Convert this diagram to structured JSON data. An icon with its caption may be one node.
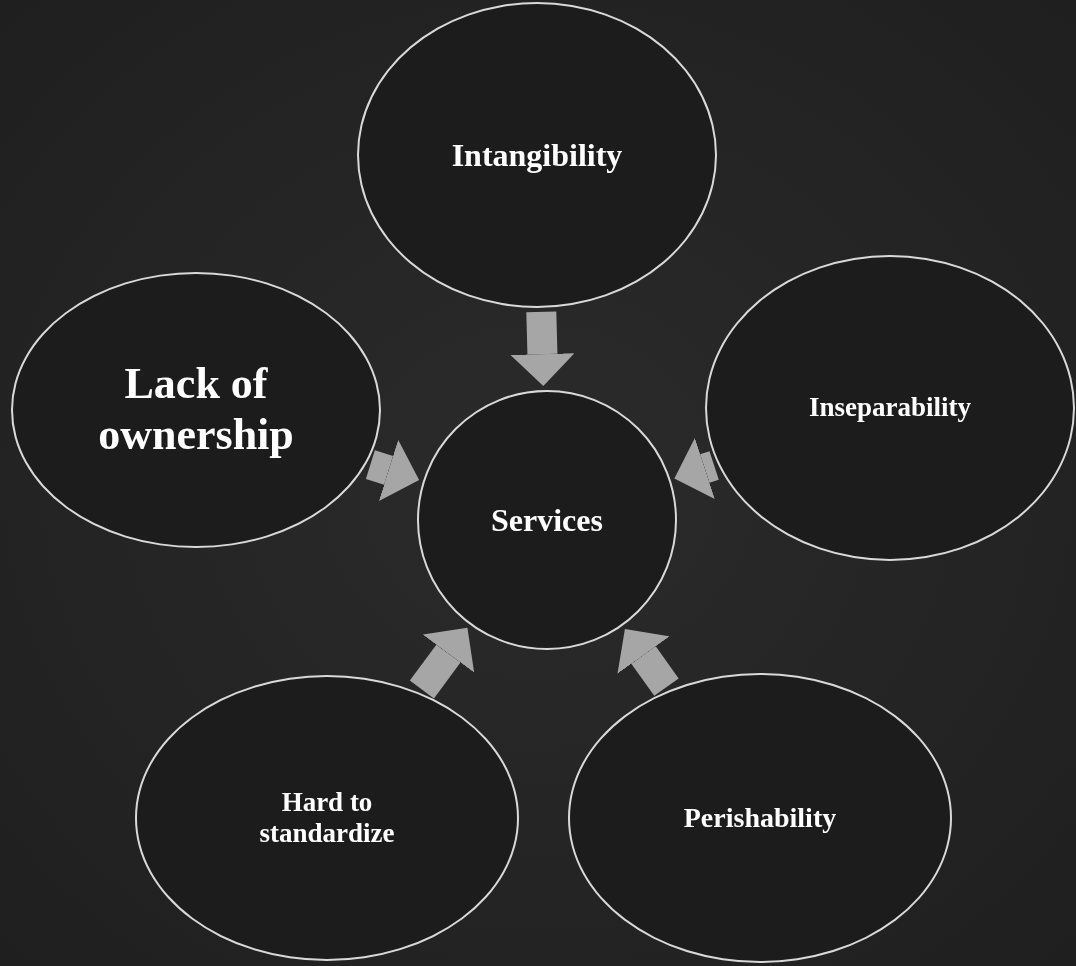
{
  "diagram": {
    "nodes": [
      {
        "text": [
          "Intangibility"
        ]
      },
      {
        "text": [
          "Lack of ownership"
        ]
      },
      {
        "text": [
          "Inseparability"
        ]
      },
      {
        "text": [
          "Services"
        ]
      },
      {
        "text": [
          "Hard to standardize"
        ]
      },
      {
        "text": [
          "Perishability"
        ]
      }
    ],
    "edges": [
      {
        "from": 0,
        "to": 3,
        "arrow": "to"
      },
      {
        "from": 1,
        "to": 3,
        "arrow": "to"
      },
      {
        "from": 2,
        "to": 3,
        "arrow": "to"
      },
      {
        "from": 4,
        "to": 3,
        "arrow": "to"
      },
      {
        "from": 5,
        "to": 3,
        "arrow": "to"
      }
    ]
  }
}
